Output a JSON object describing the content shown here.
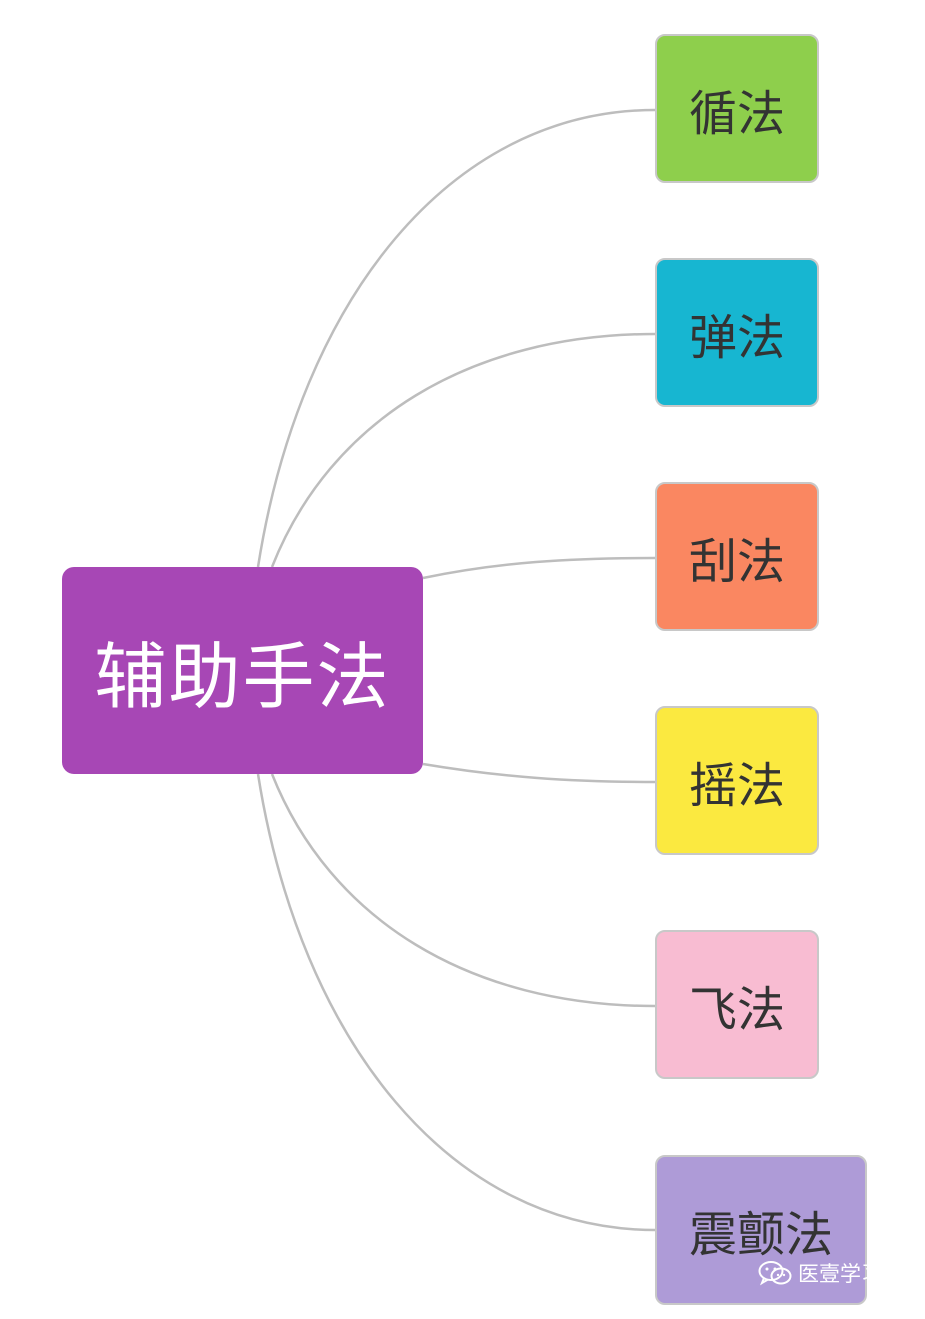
{
  "diagram": {
    "root": {
      "label": "辅助手法",
      "color": "#a747b5"
    },
    "children": [
      {
        "label": "循法",
        "color": "#8ecf4c"
      },
      {
        "label": "弹法",
        "color": "#17b6d1"
      },
      {
        "label": "刮法",
        "color": "#fa8761"
      },
      {
        "label": "摇法",
        "color": "#fbe940"
      },
      {
        "label": "飞法",
        "color": "#f8bcd2"
      },
      {
        "label": "震颤法",
        "color": "#ae9bd7"
      }
    ],
    "connector_color": "#bdbdbd"
  },
  "watermark": {
    "label": "医壹学习",
    "icon": "wechat-icon"
  }
}
